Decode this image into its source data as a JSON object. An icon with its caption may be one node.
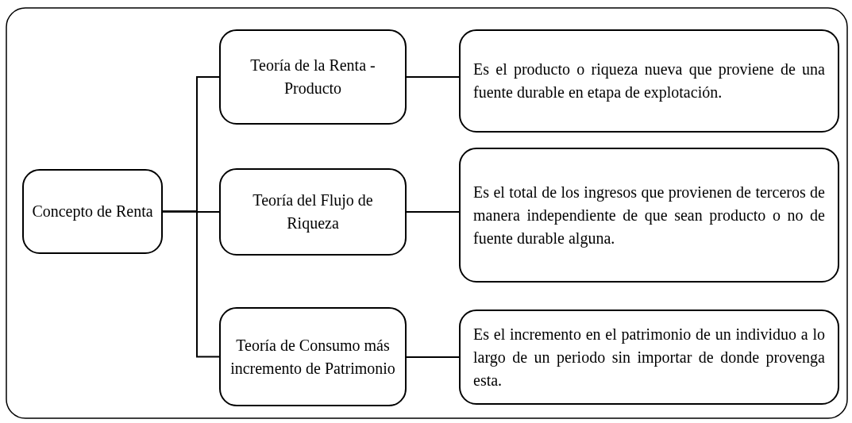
{
  "diagram": {
    "nodes": [
      {
        "text": [
          "Concepto de Renta"
        ]
      },
      {
        "text": [
          "Teoría de la Renta - Producto"
        ]
      },
      {
        "text": [
          "Teoría del Flujo de Riqueza"
        ]
      },
      {
        "text": [
          "Teoría de Consumo más incremento de Patrimonio"
        ]
      },
      {
        "text": [
          "Es el producto o riqueza nueva que proviene de una fuente durable en etapa de explotación."
        ]
      },
      {
        "text": [
          "Es el total de los ingresos que provienen de terceros de manera independiente de que sean producto o no de fuente durable alguna."
        ]
      },
      {
        "text": [
          "Es el incremento en el patrimonio de un individuo a lo largo de un periodo sin importar de donde provenga esta."
        ]
      }
    ],
    "edges": [
      {
        "from": 0,
        "to": 1,
        "arrow": "none"
      },
      {
        "from": 0,
        "to": 2,
        "arrow": "none"
      },
      {
        "from": 0,
        "to": 3,
        "arrow": "none"
      },
      {
        "from": 1,
        "to": 4,
        "arrow": "none"
      },
      {
        "from": 2,
        "to": 5,
        "arrow": "none"
      },
      {
        "from": 3,
        "to": 6,
        "arrow": "none"
      }
    ]
  }
}
